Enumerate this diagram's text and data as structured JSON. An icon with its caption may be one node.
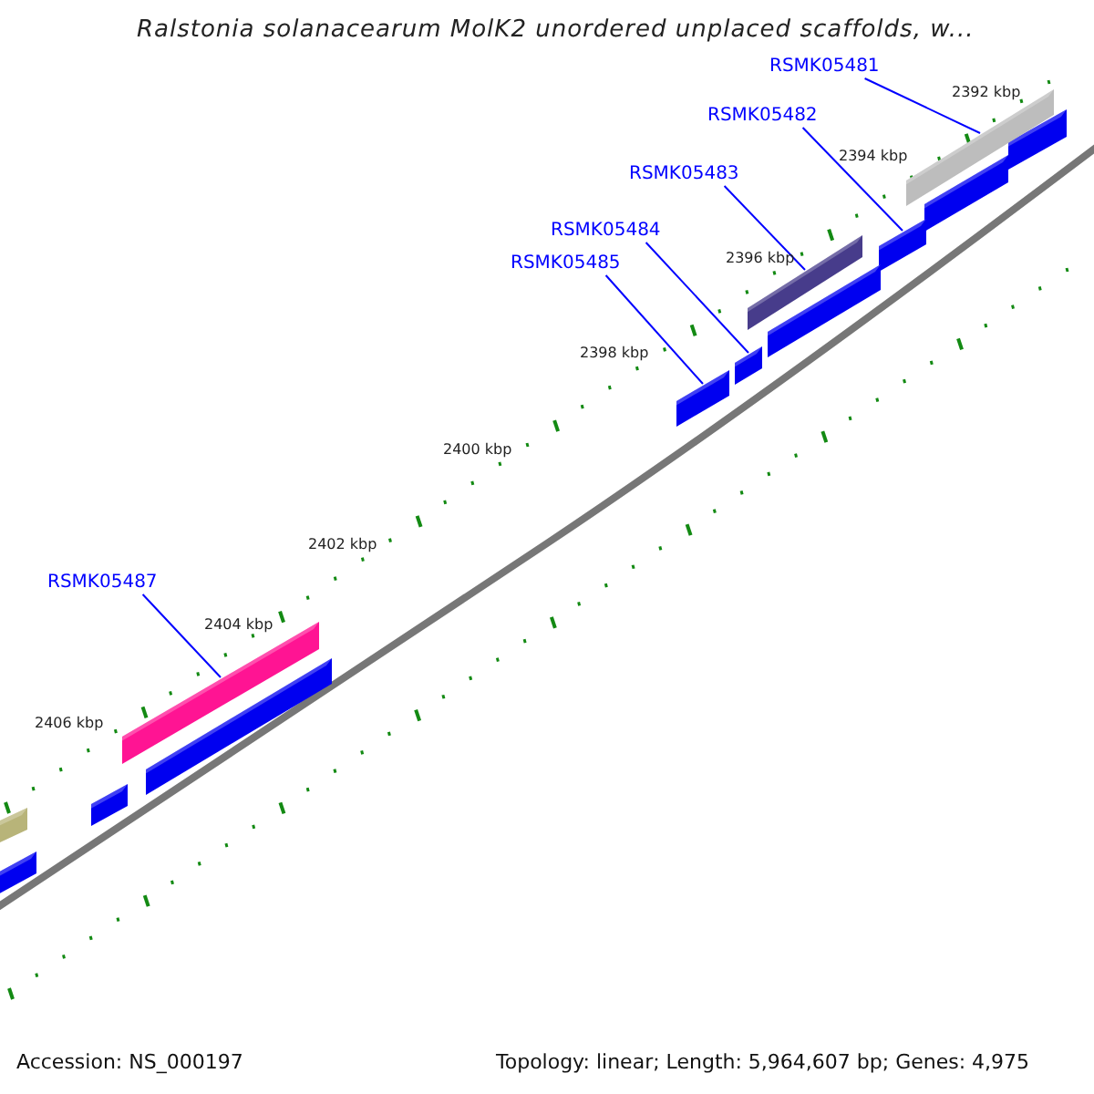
{
  "diagram": {
    "title": "Ralstonia solanacearum MolK2 unordered unplaced scaffolds, w...",
    "nodes": [
      {
        "text": [
          "RSMK05481"
        ]
      },
      {
        "text": [
          "RSMK05482"
        ]
      },
      {
        "text": [
          "RSMK05483"
        ]
      },
      {
        "text": [
          "RSMK05484"
        ]
      },
      {
        "text": [
          "RSMK05485"
        ]
      },
      {
        "text": [
          "RSMK05487"
        ]
      },
      {
        "text": [],
        "shape": "bar"
      },
      {
        "text": [],
        "shape": "bar"
      },
      {
        "text": [],
        "shape": "bar"
      },
      {
        "text": [],
        "shape": "bar"
      },
      {
        "text": [],
        "shape": "bar"
      },
      {
        "text": [],
        "shape": "bar"
      },
      {
        "text": [],
        "shape": "bar"
      },
      {
        "text": [],
        "shape": "bar"
      },
      {
        "text": [],
        "shape": "bar"
      },
      {
        "text": [],
        "shape": "bar"
      },
      {
        "text": [],
        "shape": "bar"
      },
      {
        "text": [],
        "shape": "bar"
      },
      {
        "text": [],
        "shape": "bar"
      }
    ],
    "edges": [
      {
        "from": 0,
        "to": 7,
        "arrow": "none"
      },
      {
        "from": 1,
        "to": 9,
        "arrow": "none"
      },
      {
        "from": 2,
        "to": 10,
        "arrow": "none"
      },
      {
        "from": 3,
        "to": 12,
        "arrow": "none"
      },
      {
        "from": 4,
        "to": 13,
        "arrow": "none"
      },
      {
        "from": 5,
        "to": 14,
        "arrow": "none"
      }
    ],
    "labels": [
      "2392 kbp",
      "2394 kbp",
      "2396 kbp",
      "2398 kbp",
      "2400 kbp",
      "2402 kbp",
      "2404 kbp",
      "2406 kbp",
      "Accession: NS_000197",
      "Topology: linear; Length: 5,964,607 bp; Genes: 4,975"
    ]
  }
}
